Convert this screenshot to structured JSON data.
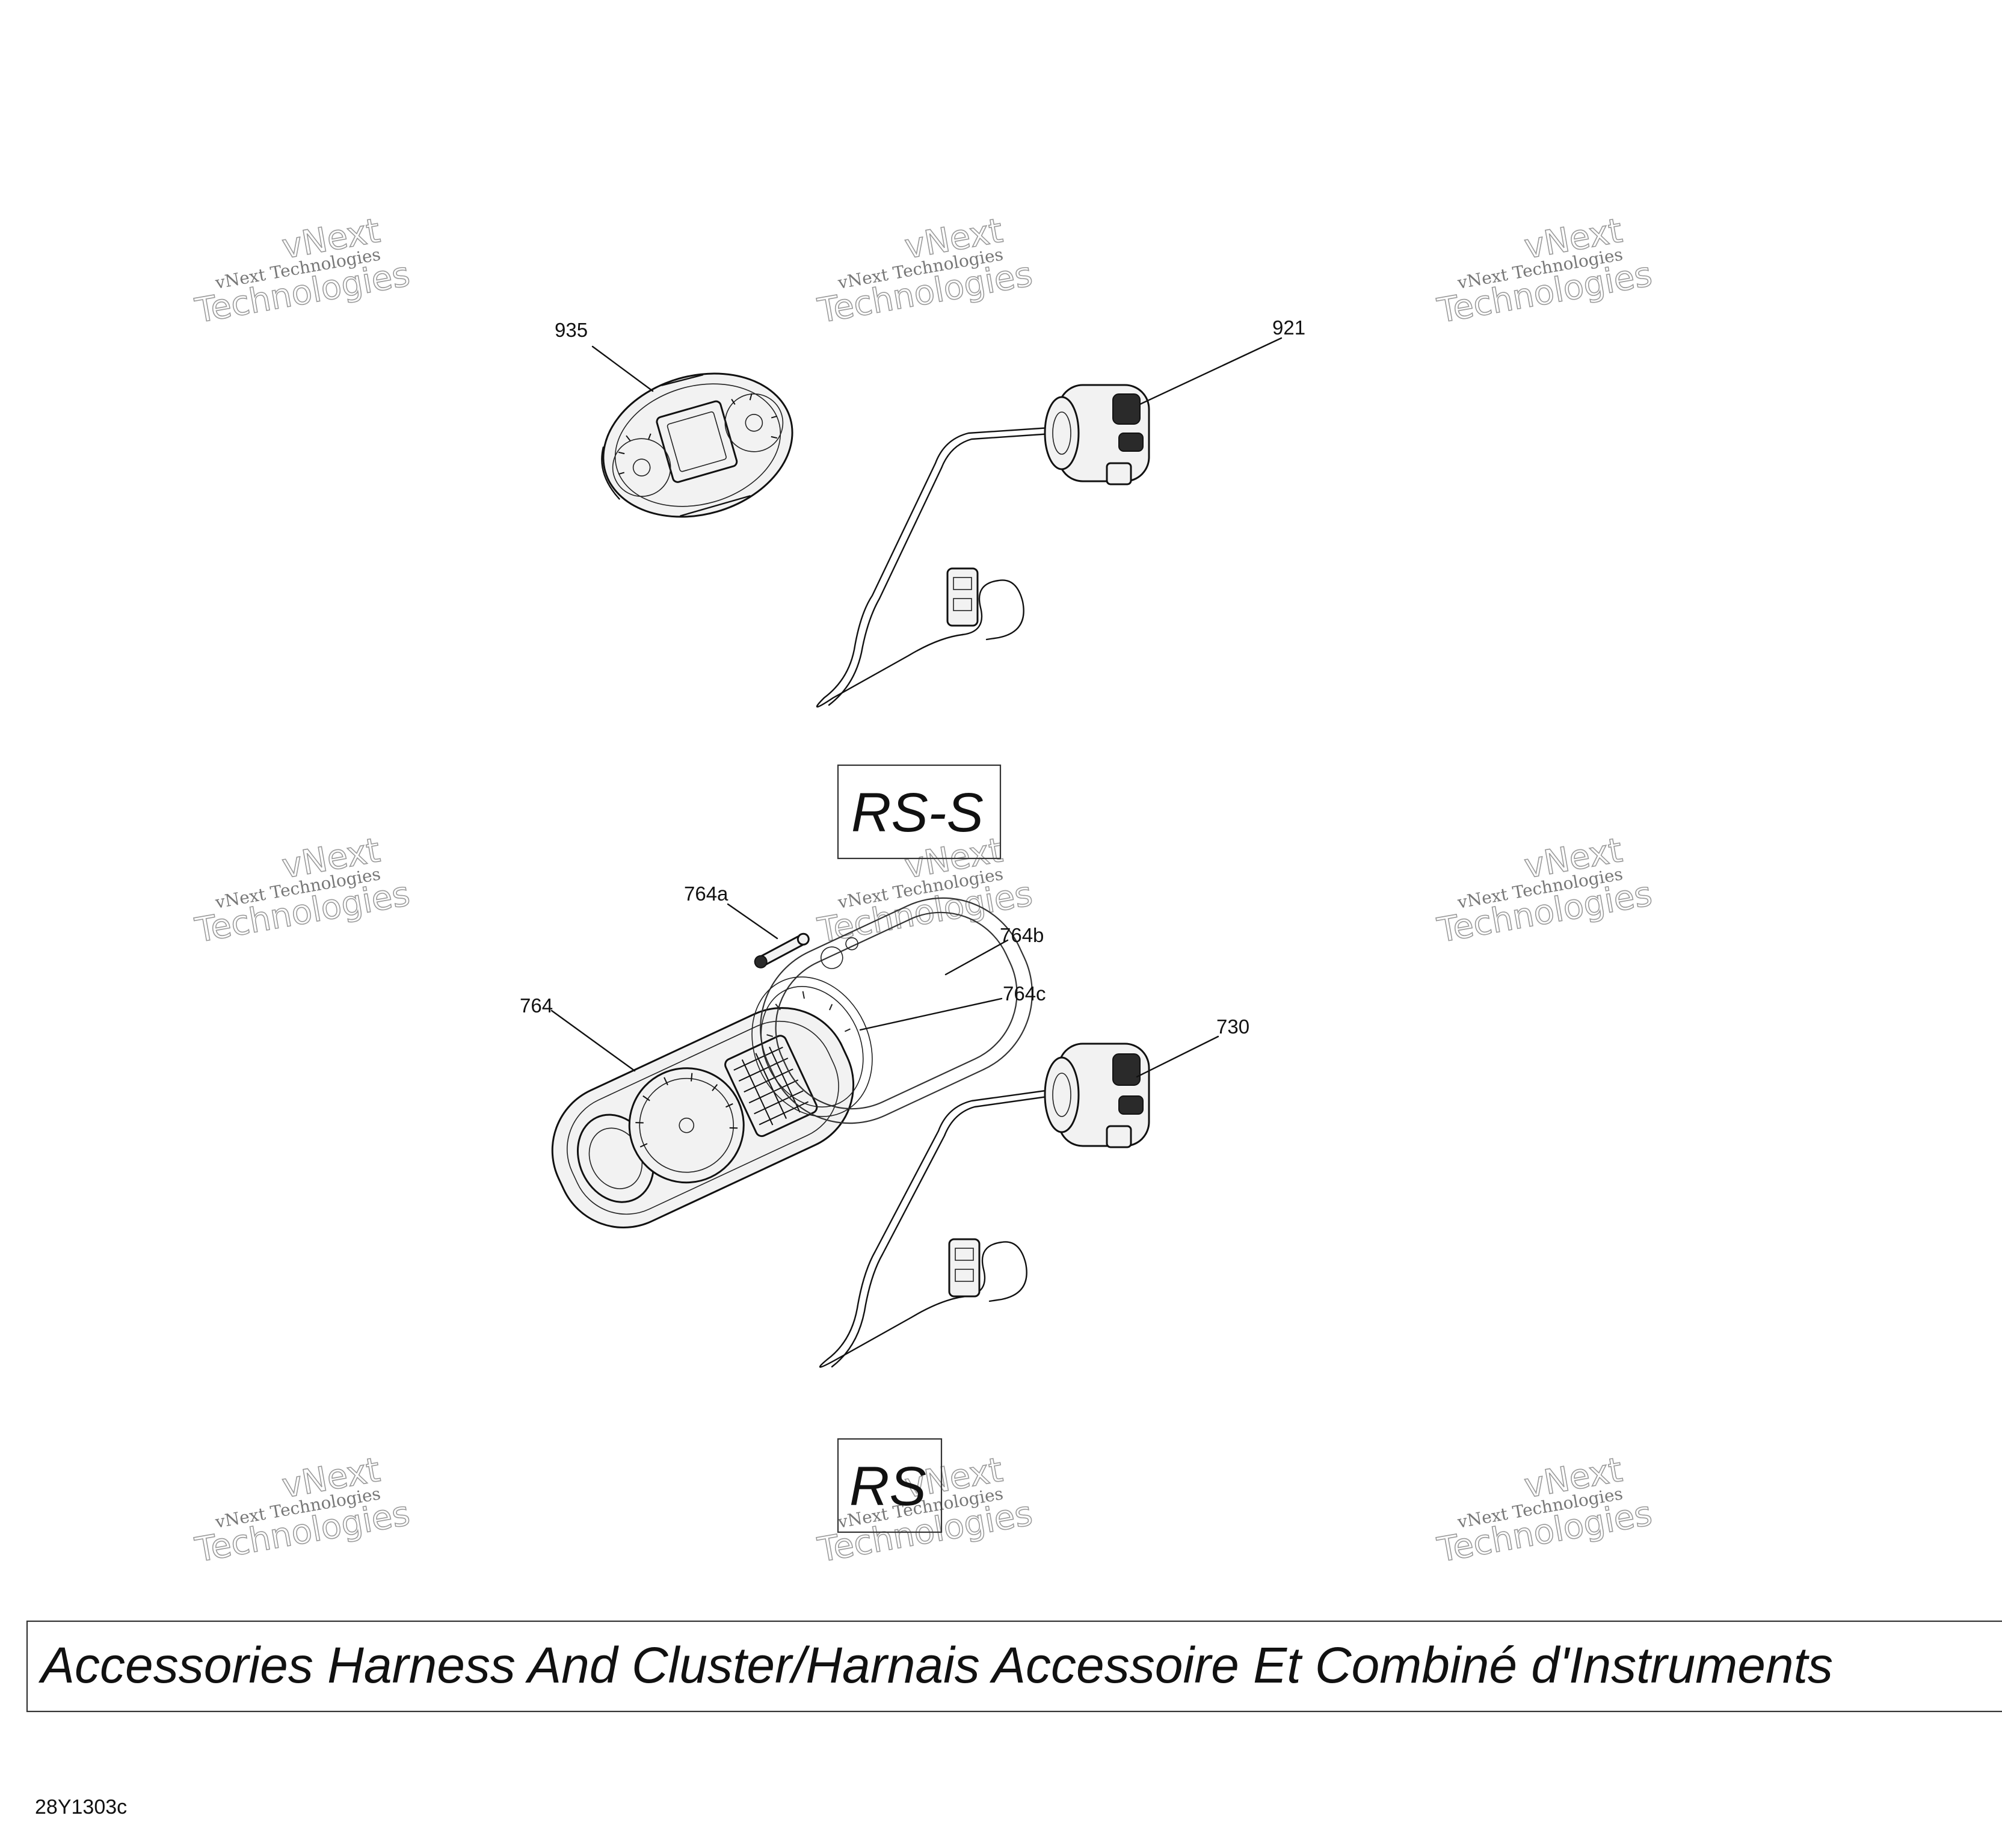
{
  "diagram": {
    "callouts": {
      "p935": "935",
      "p921": "921",
      "p764a": "764a",
      "p764b": "764b",
      "p764c": "764c",
      "p764": "764",
      "p730": "730"
    },
    "variants": {
      "top": "RS-S",
      "bottom": "RS"
    },
    "title": "Accessories Harness And Cluster/Harnais Accessoire Et Combiné d'Instruments",
    "drawing_code": "28Y1303c",
    "watermark": {
      "line1": "vNext Technologies",
      "line2": "vNext",
      "line3": "Technologies"
    }
  }
}
